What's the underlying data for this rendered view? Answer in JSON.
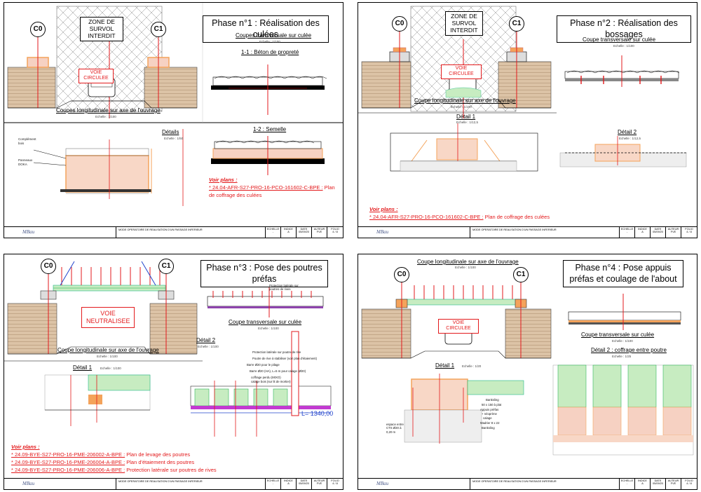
{
  "sheets": [
    {
      "phase_title": "Phase n°1 : Réalisation des culées",
      "axis_left": "C0",
      "axis_right": "C1",
      "zone_label": "ZONE DE SURVOL INTERDIT",
      "voie_label": "VOIE CIRCULEE",
      "long_caption": "Coupes longitudinale sur axe de l'ouvrage",
      "long_scale": "Echelle : 1/100",
      "coupe_title": "Coupes transversale sur culée",
      "coupe_scale": "Echelle : 1/100",
      "coupe1_label": "1-1 : Béton de propreté",
      "coupe2_label": "1-2 : Semelle",
      "detail_title": "Détails",
      "detail_scale": "Echelle : 1/50",
      "detail_note1": "Complément bois",
      "detail_note2": "Panneaux DOKA",
      "plans_head": "Voir plans :",
      "plans": [
        {
          "ref": "* 24.04-AFR-S27-PRO-16-PCO-161602-C-BPE :",
          "desc": "Plan de coffrage des culées"
        }
      ]
    },
    {
      "phase_title": "Phase n°2 : Réalisation des bossages",
      "axis_left": "C0",
      "axis_right": "C1",
      "zone_label": "ZONE DE SURVOL INTERDIT",
      "voie_label": "VOIE CIRCULEE",
      "long_caption": "Coupe longitudinale sur axe de l'ouvrage",
      "long_scale": "Echelle : 1/100",
      "coupe_title": "Coupe transversale sur culée",
      "coupe_scale": "Echelle : 1/100",
      "detail1_title": "Détail 1",
      "detail1_scale": "Echelle : 1/12,5",
      "detail2_title": "Détail 2",
      "detail2_scale": "Echelle : 1/12,5",
      "plans_head": "Voir plans :",
      "plans": [
        {
          "ref": "* 24.04-AFR-S27-PRO-16-PCO-161602-C-BPE :",
          "desc": "Plan de coffrage des culées"
        }
      ]
    },
    {
      "phase_title": "Phase n°3 : Pose des poutres préfas",
      "axis_left": "C0",
      "axis_right": "C1",
      "voie_label": "VOIE NEUTRALISEE",
      "long_caption": "Coupe longitudinale sur axe de l'ouvrage",
      "long_scale": "Echelle : 1/100",
      "coupe_title": "Coupe transversale sur culée",
      "coupe_scale": "Echelle : 1/100",
      "detail1_title": "Détail 1",
      "detail1_scale": "Echelle : 1/100",
      "detail2_title": "Détail 2",
      "detail2_scale": "Echelle : 1/100",
      "note_protection": "Protection latérale sur poutres de rives",
      "detail2_notes": [
        "Protection latérale sur poutre de rive",
        "Poutre de rive à stabiliser (voir plan d'étaiement)",
        "Barre Ø20 pour le pilage",
        "Barre Ø20 (HA), L=5 m pour calage (Ø20)",
        "coffrage perdu (MIXO)",
        "calage bois (sur lit de mortier)"
      ],
      "dimension_label": "L= 1340,00",
      "plans_head": "Voir plans :",
      "plans": [
        {
          "ref": "* 24.09-BYE-S27-PRO-16-PME-206002-A-BPE :",
          "desc": "Plan de levage des poutres"
        },
        {
          "ref": "* 24.09-BYE-S27-PRO-16-PME-206004-A-BPE :",
          "desc": "Plan d'étaiement des poutres"
        },
        {
          "ref": "* 24.09-BYE-S27-PRO-16-PME-206006-A-BPE :",
          "desc": "Protection latérale sur poutres de rives"
        }
      ]
    },
    {
      "phase_title": "Phase n°4 : Pose appuis préfas et coulage de l'about",
      "axis_left": "C0",
      "axis_right": "C1",
      "voie_label": "VOIE CIRCULEE",
      "long_caption": "Coupe longitudinale sur axe de l'ouvrage",
      "long_scale": "Echelle : 1/100",
      "coupe_title": "Coupe transversale sur culée",
      "coupe_scale": "Echelle : 1/100",
      "detail1_title": "Détail 1",
      "detail1_scale": "Echelle : 1/20",
      "detail2_title": "Détail 2 : coffrage entre poutre",
      "detail2_scale": "Echelle : 1/25",
      "detail1_notes": [
        "Banksling",
        "50 x 150 à plat",
        "Appuis préfas",
        "+ néoprène",
        "calage",
        "Madrier 8 x 22",
        "Banksling"
      ],
      "vertical_note": "espace entre CTS Ø20 à 0,20 m"
    }
  ],
  "titleblock": {
    "logo": "MBau",
    "description": "MODE OPERATOIRE DE REALISATION D'UN PASSAGE INFERIEUR",
    "cells": [
      "ECHELLE",
      "INDICE",
      "DATE",
      "AUTEUR",
      "FOLIO"
    ],
    "values": [
      "-",
      "A",
      "05/09/20",
      "FVE",
      "4 / 8"
    ]
  },
  "colors": {
    "accent_red": "#e31a1c",
    "formwork_orange": "#f4a35b",
    "concrete_pink": "#f6d1c2",
    "green_fill": "#c7ecc1",
    "ground_beige": "#d6b99a"
  }
}
